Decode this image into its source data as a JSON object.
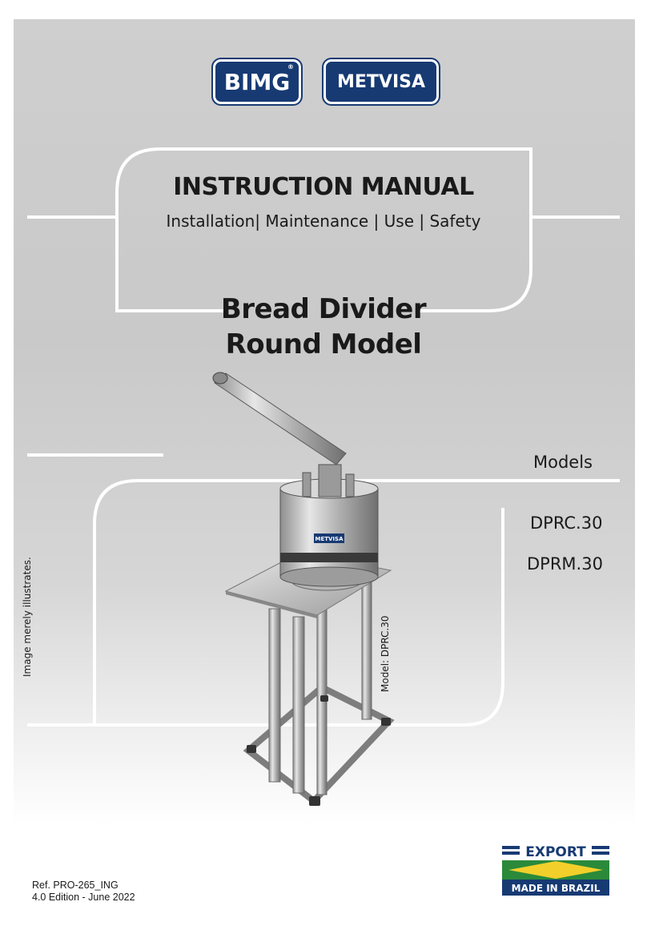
{
  "logos": {
    "brand1": "BIMG",
    "brand1_mark": "®",
    "brand2": "METVISA"
  },
  "manual": {
    "title": "INSTRUCTION MANUAL",
    "subtitle": "Installation| Maintenance | Use | Safety"
  },
  "product": {
    "line1": "Bread Divider",
    "line2": "Round Model"
  },
  "models": {
    "label": "Models",
    "items": [
      "DPRC.30",
      "DPRM.30"
    ]
  },
  "notes": {
    "image_note": "Image merely illustrates.",
    "model_note": "Model: DPRC.30"
  },
  "machine_badge": "METVISA",
  "export": {
    "top": "EXPORT",
    "bottom": "MADE IN BRAZIL"
  },
  "reference": {
    "ref": "Ref. PRO-265_ING",
    "edition": "4.0 Edition - June 2022"
  },
  "colors": {
    "navy": "#173a73",
    "brazil_green": "#2a8a3a",
    "brazil_yellow": "#f3cf2b",
    "brazil_blue": "#1f4a8a"
  }
}
